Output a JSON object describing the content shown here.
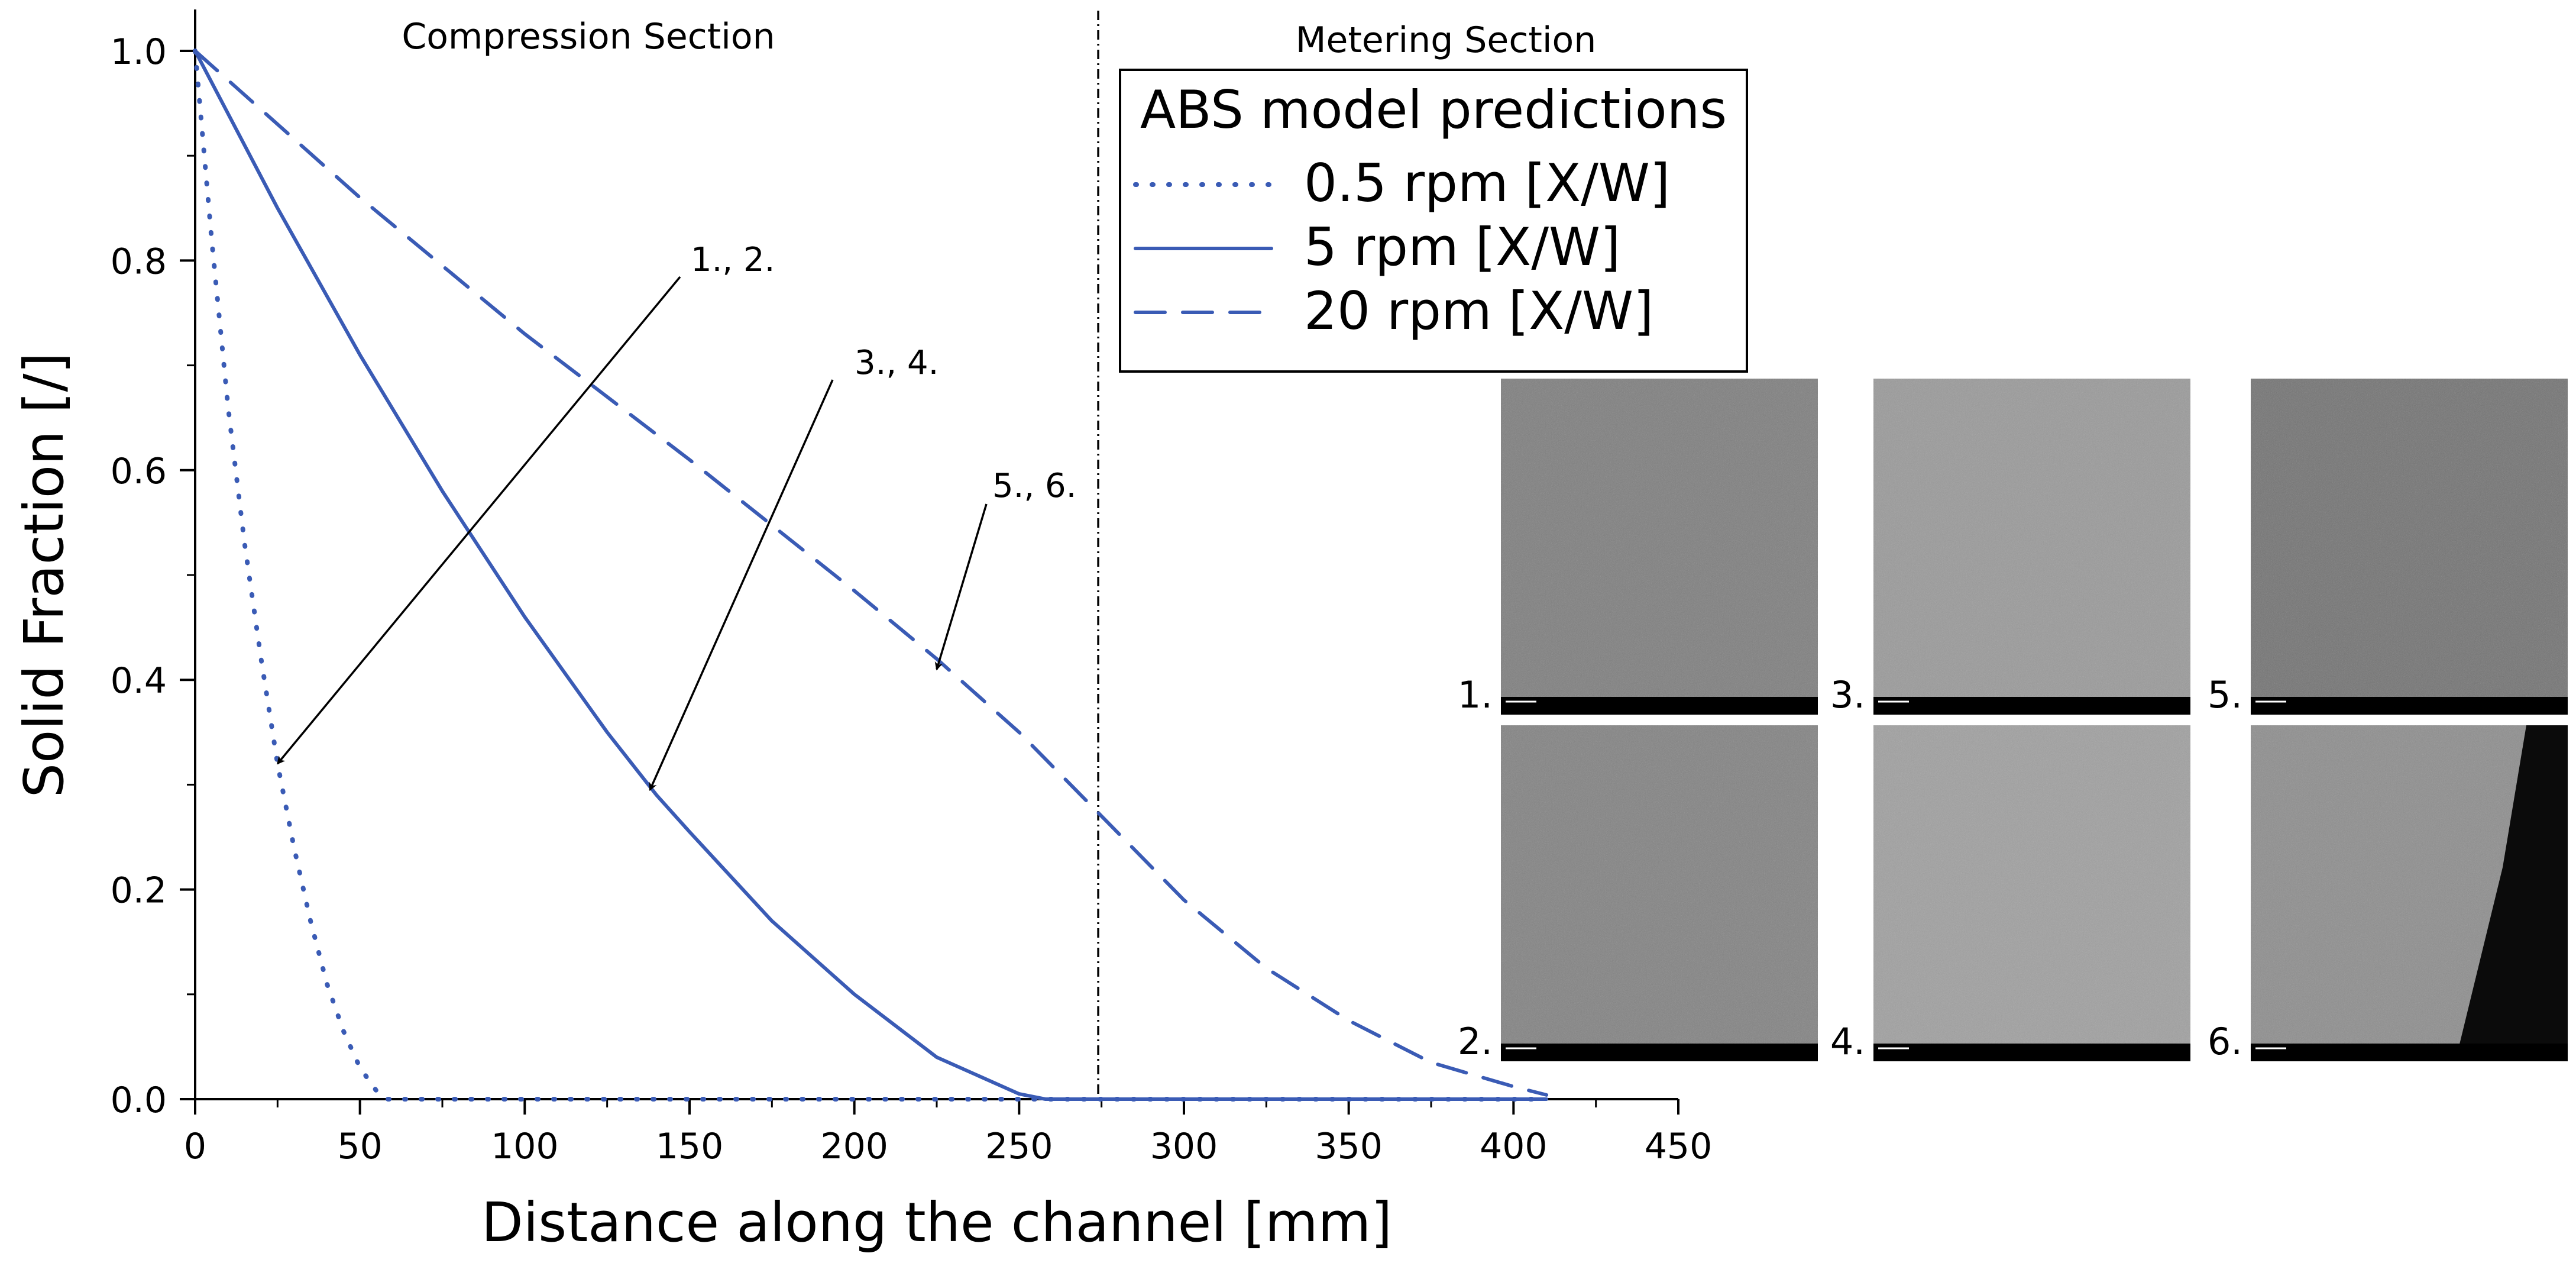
{
  "chart_data": {
    "type": "line",
    "title": "",
    "xlabel": "Distance along the channel [mm]",
    "ylabel": "Solid Fraction [/]",
    "xlim": [
      0,
      450
    ],
    "ylim": [
      0,
      1.0
    ],
    "x_ticks": [
      0,
      50,
      100,
      150,
      200,
      250,
      300,
      350,
      400,
      450
    ],
    "y_ticks": [
      0.0,
      0.2,
      0.4,
      0.6,
      0.8,
      1.0
    ],
    "x_tick_labels": [
      "0",
      "50",
      "100",
      "150",
      "200",
      "250",
      "300",
      "350",
      "400",
      "450"
    ],
    "y_tick_labels": [
      "0.0",
      "0.2",
      "0.4",
      "0.6",
      "0.8",
      "1.0"
    ],
    "grid": false,
    "legend": {
      "title": "ABS model predictions",
      "placement": "top-right"
    },
    "sections": [
      {
        "label": "Compression Section",
        "x_start": 0,
        "x_end": 274
      },
      {
        "label": "Metering Section",
        "x_start": 274,
        "x_end": 450
      }
    ],
    "section_boundary_x": 274,
    "series": [
      {
        "name": "0.5 rpm [X/W]",
        "style": "dotted",
        "color": "#3a5bb5",
        "x": [
          0,
          5,
          10,
          15,
          20,
          25,
          30,
          35,
          40,
          45,
          50,
          55,
          58,
          60,
          70,
          80,
          100,
          150,
          200,
          250,
          300,
          350,
          400,
          410
        ],
        "y": [
          1.0,
          0.82,
          0.66,
          0.53,
          0.42,
          0.32,
          0.24,
          0.17,
          0.11,
          0.065,
          0.03,
          0.008,
          0.0,
          0.0,
          0.0,
          0.0,
          0.0,
          0.0,
          0.0,
          0.0,
          0.0,
          0.0,
          0.0,
          0.0
        ]
      },
      {
        "name": "5 rpm [X/W]",
        "style": "solid",
        "color": "#3a5bb5",
        "x": [
          0,
          25,
          50,
          75,
          100,
          125,
          140,
          150,
          175,
          200,
          225,
          250,
          258,
          270,
          300,
          350,
          400,
          410
        ],
        "y": [
          1.0,
          0.85,
          0.71,
          0.58,
          0.46,
          0.35,
          0.29,
          0.255,
          0.17,
          0.1,
          0.04,
          0.005,
          0.0,
          0.0,
          0.0,
          0.0,
          0.0,
          0.0
        ]
      },
      {
        "name": "20 rpm [X/W]",
        "style": "dashed",
        "color": "#3a5bb5",
        "x": [
          0,
          50,
          100,
          150,
          200,
          225,
          250,
          275,
          300,
          325,
          350,
          375,
          400,
          410
        ],
        "y": [
          1.0,
          0.86,
          0.73,
          0.61,
          0.485,
          0.42,
          0.35,
          0.27,
          0.19,
          0.125,
          0.075,
          0.035,
          0.012,
          0.004
        ]
      }
    ],
    "annotations": [
      {
        "label": "1., 2.",
        "target_x": 25,
        "target_y": 0.32
      },
      {
        "label": "3., 4.",
        "target_x": 138,
        "target_y": 0.295
      },
      {
        "label": "5., 6.",
        "target_x": 225,
        "target_y": 0.41
      }
    ],
    "micrograph_panels": [
      {
        "label": "1.",
        "tone": "#7f7f7f"
      },
      {
        "label": "3.",
        "tone": "#9a9a9a"
      },
      {
        "label": "5.",
        "tone": "#747474"
      },
      {
        "label": "2.",
        "tone": "#838383"
      },
      {
        "label": "4.",
        "tone": "#a0a0a0"
      },
      {
        "label": "6.",
        "tone": "#8e8e8e",
        "has_dark_region": true
      }
    ]
  }
}
